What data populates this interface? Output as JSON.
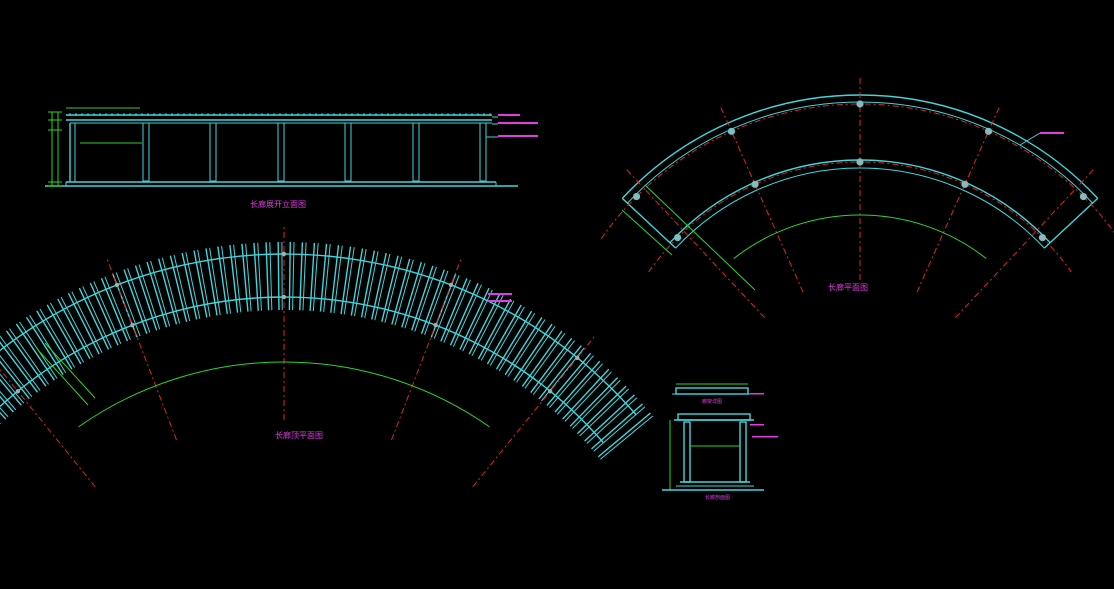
{
  "colors": {
    "background": "#000000",
    "structure": "#3fd6dc",
    "dimension": "#29d629",
    "axis": "#e02424",
    "label": "#e23be2",
    "column": "#a0b0b0"
  },
  "view1": {
    "title": "长廊展开立面图"
  },
  "view2": {
    "title": "长廊顶平面图"
  },
  "view3": {
    "title": "长廊平面图"
  },
  "view4": {
    "top_title": "廊架详图",
    "bottom_title": "长廊剖面图"
  }
}
